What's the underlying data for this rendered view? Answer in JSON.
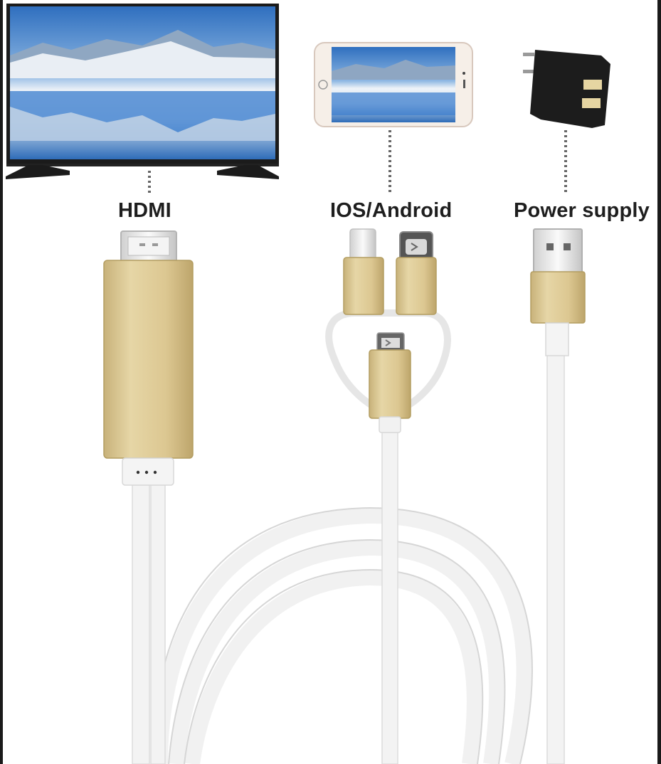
{
  "labels": {
    "hdmi": "HDMI",
    "ios_android": "IOS/Android",
    "power_supply": "Power supply"
  },
  "colors": {
    "background": "#ffffff",
    "connector_gold": "#d8c48c",
    "cable_white": "#f3f3f3",
    "label_text": "#1e1e1e",
    "sky_blue": "#3d7fc6"
  },
  "icons": {
    "tv": "tv-icon",
    "phone": "smartphone-icon",
    "charger": "usb-wall-charger-icon",
    "hdmi_plug": "hdmi-connector-icon",
    "lightning_plug": "lightning-connector-icon",
    "usbc_plug": "usb-c-connector-icon",
    "micro_usb_plug": "micro-usb-connector-icon",
    "usb_a_plug": "usb-a-connector-icon"
  }
}
